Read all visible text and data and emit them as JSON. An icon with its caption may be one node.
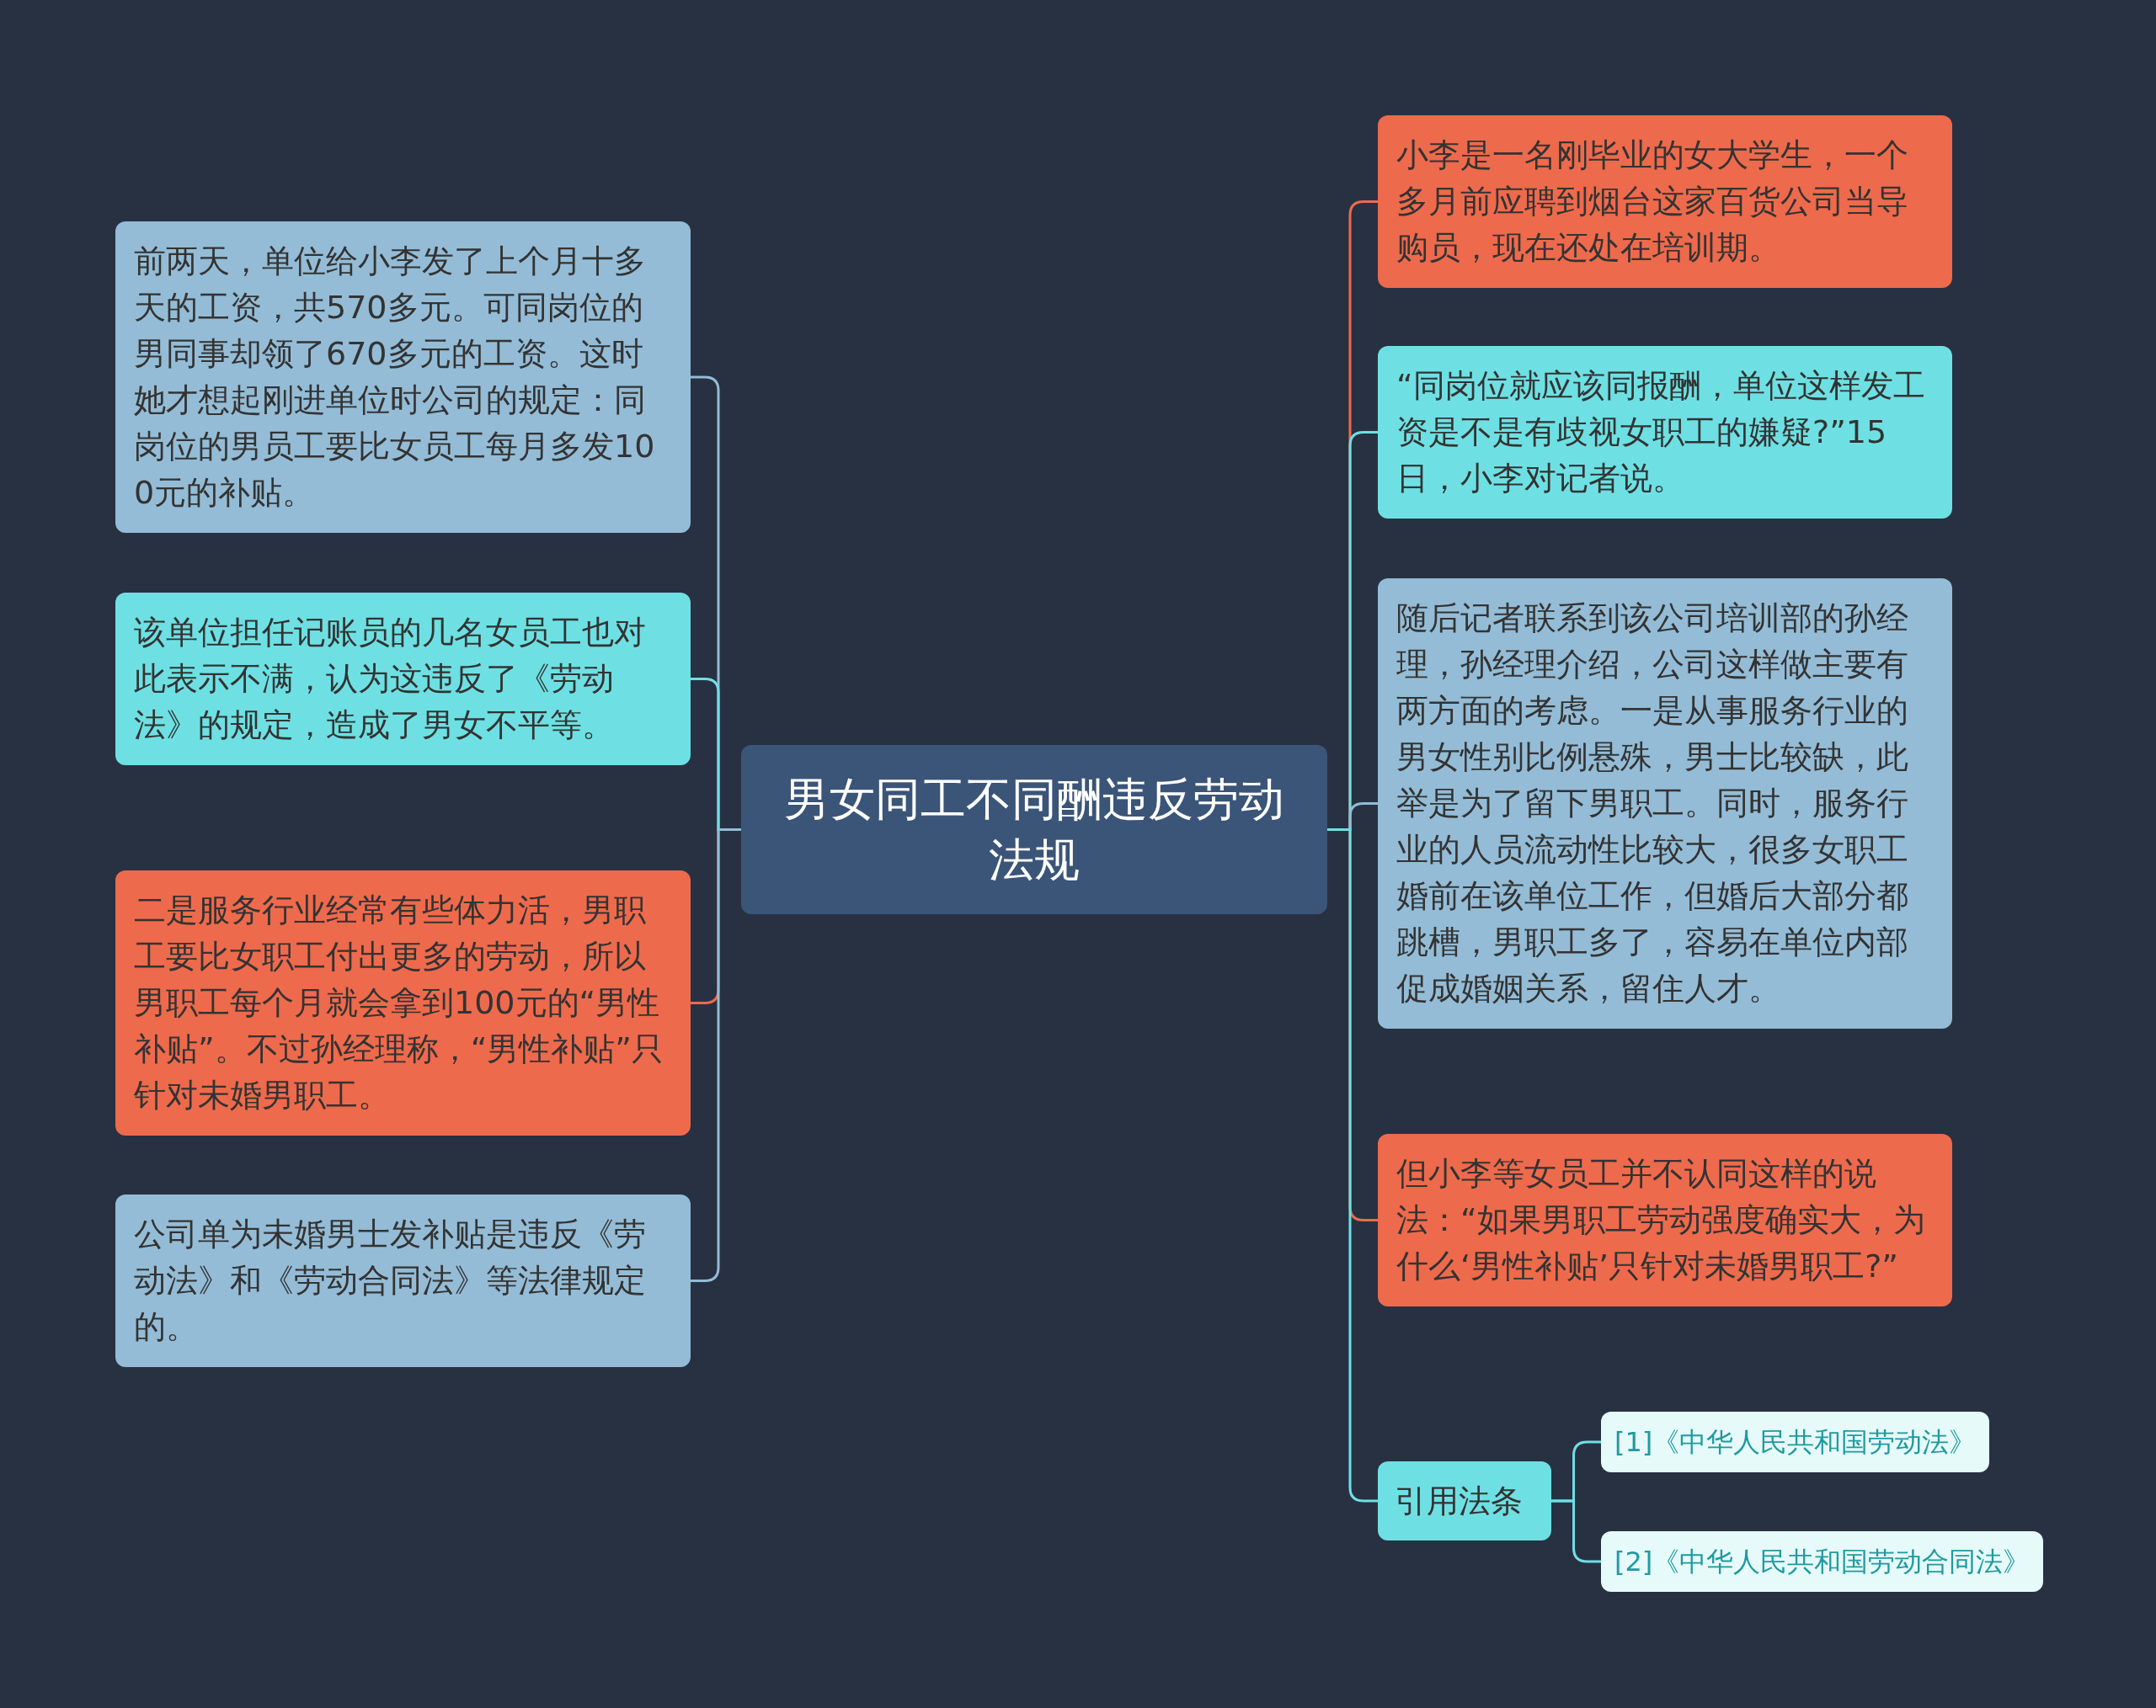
{
  "diagram": {
    "nodes": [
      {
        "text": [
          "男女同工不同酬违反劳动法规"
        ]
      },
      {
        "text": [
          "前两天，单位给小李发了上个月十多天的工资，共570多元。可同岗位的男同事却领了670多元的工资。这时她才想起刚进单位时公司的规定：同岗位的男员工要比女员工每月多发100元的补贴。"
        ]
      },
      {
        "text": [
          "该单位担任记账员的几名女员工也对此表示不满，认为这违反了《劳动法》的规定，造成了男女不平等。"
        ]
      },
      {
        "text": [
          "二是服务行业经常有些体力活，男职工要比女职工付出更多的劳动，所以男职工每个月就会拿到100元的“男性补贴”。不过孙经理称，“男性补贴”只针对未婚男职工。"
        ]
      },
      {
        "text": [
          "公司单为未婚男士发补贴是违反《劳动法》和《劳动合同法》等法律规定的。"
        ]
      },
      {
        "text": [
          "小李是一名刚毕业的女大学生，一个多月前应聘到烟台这家百货公司当导购员，现在还处在培训期。"
        ]
      },
      {
        "text": [
          "“同岗位就应该同报酬，单位这样发工资是不是有歧视女职工的嫌疑?”15日，小李对记者说。"
        ]
      },
      {
        "text": [
          "随后记者联系到该公司培训部的孙经理，孙经理介绍，公司这样做主要有两方面的考虑。一是从事服务行业的男女性别比例悬殊，男士比较缺，此举是为了留下男职工。同时，服务行业的人员流动性比较大，很多女职工婚前在该单位工作，但婚后大部分都跳槽，男职工多了，容易在单位内部促成婚姻关系，留住人才。"
        ]
      },
      {
        "text": [
          "但小李等女员工并不认同这样的说法：“如果男职工劳动强度确实大，为什么‘男性补贴’只针对未婚男职工?”"
        ]
      },
      {
        "text": [
          "引用法条"
        ]
      },
      {
        "text": [
          "[1]《中华人民共和国劳动法》"
        ]
      },
      {
        "text": [
          "[2]《中华人民共和国劳动合同法》"
        ]
      }
    ],
    "edges": [
      {
        "from": 0,
        "to": 1,
        "arrow": "none",
        "color": "#94bcd6"
      },
      {
        "from": 0,
        "to": 2,
        "arrow": "none",
        "color": "#6ee0e3"
      },
      {
        "from": 0,
        "to": 3,
        "arrow": "none",
        "color": "#ee6a4c"
      },
      {
        "from": 0,
        "to": 4,
        "arrow": "none",
        "color": "#94bcd6"
      },
      {
        "from": 0,
        "to": 5,
        "arrow": "none",
        "color": "#ee6a4c"
      },
      {
        "from": 0,
        "to": 6,
        "arrow": "none",
        "color": "#6ee0e3"
      },
      {
        "from": 0,
        "to": 7,
        "arrow": "none",
        "color": "#94bcd6"
      },
      {
        "from": 0,
        "to": 8,
        "arrow": "none",
        "color": "#ee6a4c"
      },
      {
        "from": 0,
        "to": 9,
        "arrow": "none",
        "color": "#6ee0e3"
      },
      {
        "from": 9,
        "to": 10,
        "arrow": "none",
        "color": "#6ee0e3"
      },
      {
        "from": 9,
        "to": 11,
        "arrow": "none",
        "color": "#6ee0e3"
      }
    ]
  }
}
